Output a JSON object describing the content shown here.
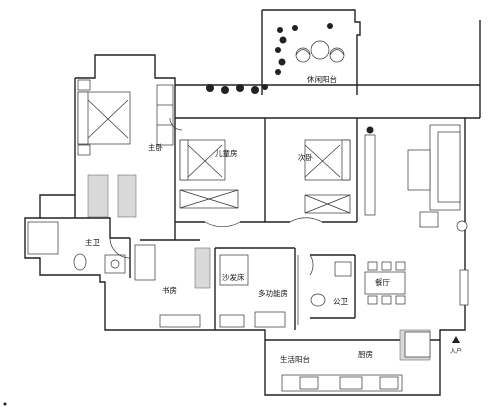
{
  "rooms": {
    "leisure_balcony": "休闲阳台",
    "master_bedroom": "主卧",
    "kids_room": "儿童房",
    "second_bedroom": "次卧",
    "master_bath": "主卫",
    "study": "书房",
    "sofa_bed": "沙发床",
    "multi_room": "多功能房",
    "guest_bath": "公卫",
    "dining": "餐厅",
    "kitchen": "厨房",
    "service_balcony": "生活阳台"
  },
  "entrance": {
    "label": "入户",
    "icon": "entrance-arrow-icon"
  },
  "colors": {
    "wall": "#222222",
    "hatch": "#d9d9d9",
    "line": "#333333"
  }
}
